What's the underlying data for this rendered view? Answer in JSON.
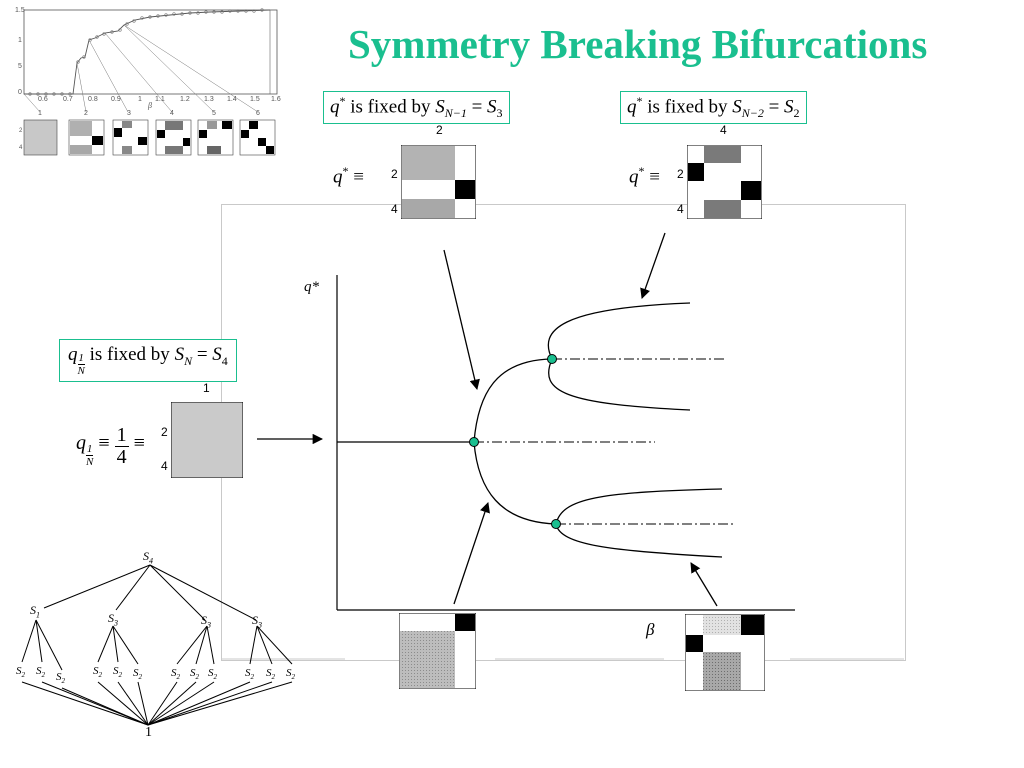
{
  "title": "Symmetry Breaking Bifurcations",
  "boxes": {
    "q_star_N1": {
      "q": "q",
      "sup": "*",
      "text": " is fixed by ",
      "S1": "S",
      "sub1": "N−1",
      "eq": " = ",
      "S2": "S",
      "sub2": "3"
    },
    "q_star_N2": {
      "q": "q",
      "sup": "*",
      "text": " is fixed by ",
      "S1": "S",
      "sub1": "N−2",
      "eq": " = ",
      "S2": "S",
      "sub2": "2"
    },
    "q_1N": {
      "q": "q",
      "frac_top": "1",
      "frac_bot": "N",
      "text": " is fixed by ",
      "S1": "S",
      "sub1": "N",
      "eq": " = ",
      "S2": "S",
      "sub2": "4"
    }
  },
  "equations": {
    "q_star": "q",
    "q_star_sup": "*",
    "equiv": "≡",
    "q_1N": "q",
    "frac1_top": "1",
    "frac1_bot": "N",
    "frac2_top": "1",
    "frac2_bot": "4"
  },
  "matrix_labels": {
    "m1_top": "2",
    "m1_left_a": "2",
    "m1_left_b": "4",
    "m2_top": "4",
    "m2_left_a": "2",
    "m2_left_b": "4",
    "m3_top": "1",
    "m3_left_a": "2",
    "m3_left_b": "4"
  },
  "axes": {
    "y": "q*",
    "x": "β"
  },
  "inset": {
    "yticks": [
      "1.5",
      "1",
      "5",
      "0"
    ],
    "xticks": [
      "0.6",
      "0.7",
      "0.8",
      "0.9",
      "1",
      "1.1",
      "1.2",
      "1.3",
      "1.4",
      "1.5",
      "1.6"
    ],
    "xlabel": "β",
    "markers": [
      "1",
      "2",
      "3",
      "4",
      "5",
      "6"
    ],
    "panel_labels": [
      "2",
      "4"
    ]
  },
  "tree": {
    "root": "S",
    "root_sub": "4",
    "level1": [
      "S",
      "S",
      "S",
      "S"
    ],
    "level1_sub": [
      "1",
      "3",
      "3",
      "3"
    ],
    "level2": [
      "S",
      "S",
      "S",
      "S",
      "S",
      "S",
      "S",
      "S",
      "S",
      "S",
      "S",
      "S"
    ],
    "level2_sub": [
      "2",
      "2",
      "2",
      "2",
      "2",
      "2",
      "2",
      "2",
      "2",
      "2",
      "2",
      "2"
    ],
    "bottom": "1"
  }
}
